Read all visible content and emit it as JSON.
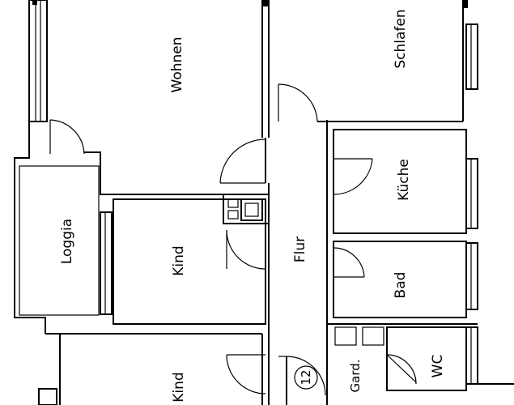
{
  "rooms": {
    "wohnen": "Wohnen",
    "schlafen": "Schlafen",
    "kueche": "Küche",
    "loggia": "Loggia",
    "kind1": "Kind",
    "kind2": "Kind",
    "flur": "Flur",
    "bad": "Bad",
    "wc": "WC",
    "gard": "Gard."
  },
  "unit_number": "12"
}
